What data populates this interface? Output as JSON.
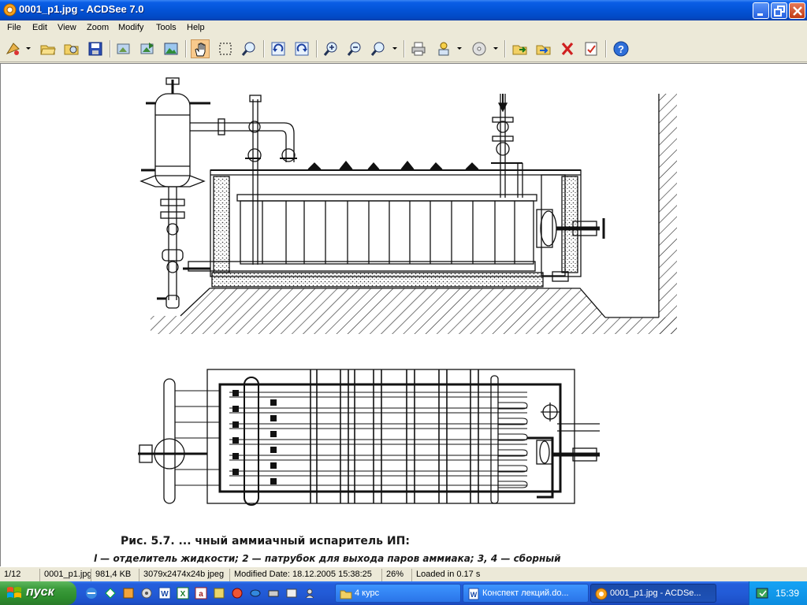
{
  "window": {
    "title": "0001_p1.jpg - ACDSee 7.0",
    "controls": {
      "minimize": "minimize",
      "restore": "restore",
      "close": "close"
    }
  },
  "menu": [
    "File",
    "Edit",
    "View",
    "Zoom",
    "Modify",
    "Tools",
    "Help"
  ],
  "toolbar": {
    "buttons": [
      "acquire-icon",
      "open-folder-icon",
      "browse-icon",
      "save-icon",
      "previous-icon",
      "next-icon",
      "image-icon",
      "hand-tool-icon",
      "select-tool-icon",
      "zoom-tool-icon",
      "rotate-left-icon",
      "rotate-right-icon",
      "zoom-in-icon",
      "zoom-out-icon",
      "zoom-icon",
      "print-icon",
      "share-icon",
      "burn-icon",
      "copy-to-icon",
      "move-to-icon",
      "delete-icon",
      "properties-icon",
      "help-icon"
    ],
    "active": "hand-tool-icon"
  },
  "image": {
    "caption_line1": "Рис. 5.7. ... чный аммиачный испаритель ИП:",
    "caption_line2": "l — отделитель жидкости; 2 — патрубок для выхода паров аммиака; 3, 4 — сборный"
  },
  "status": {
    "position": "1/12",
    "filename": "0001_p1.jpg",
    "filesize": "981,4 KB",
    "dimensions": "3079x2474x24b jpeg",
    "modified": "Modified Date: 18.12.2005 15:38:25",
    "zoom": "26%",
    "loaded": "Loaded in 0.17 s"
  },
  "taskbar": {
    "start_label": "пуск",
    "quick_launch": [
      "browser-icon",
      "messenger-icon",
      "media-icon",
      "word-icon",
      "excel-icon",
      "access-icon",
      "app-icon",
      "player-icon",
      "network-icon",
      "fish-icon",
      "drive-icon"
    ],
    "tasks": [
      {
        "label": "4 курс",
        "icon": "folder-icon",
        "active": false
      },
      {
        "label": "Конспект лекций.do...",
        "icon": "word-doc-icon",
        "active": false
      },
      {
        "label": "0001_p1.jpg - ACDSe...",
        "icon": "acdsee-icon",
        "active": true
      }
    ],
    "clock": "15:39"
  },
  "colors": {
    "titlebar": "#0353d6",
    "chrome": "#ece9d8",
    "taskbar": "#225bd7",
    "start": "#3c9c3c",
    "ink": "#1a1a1a"
  }
}
